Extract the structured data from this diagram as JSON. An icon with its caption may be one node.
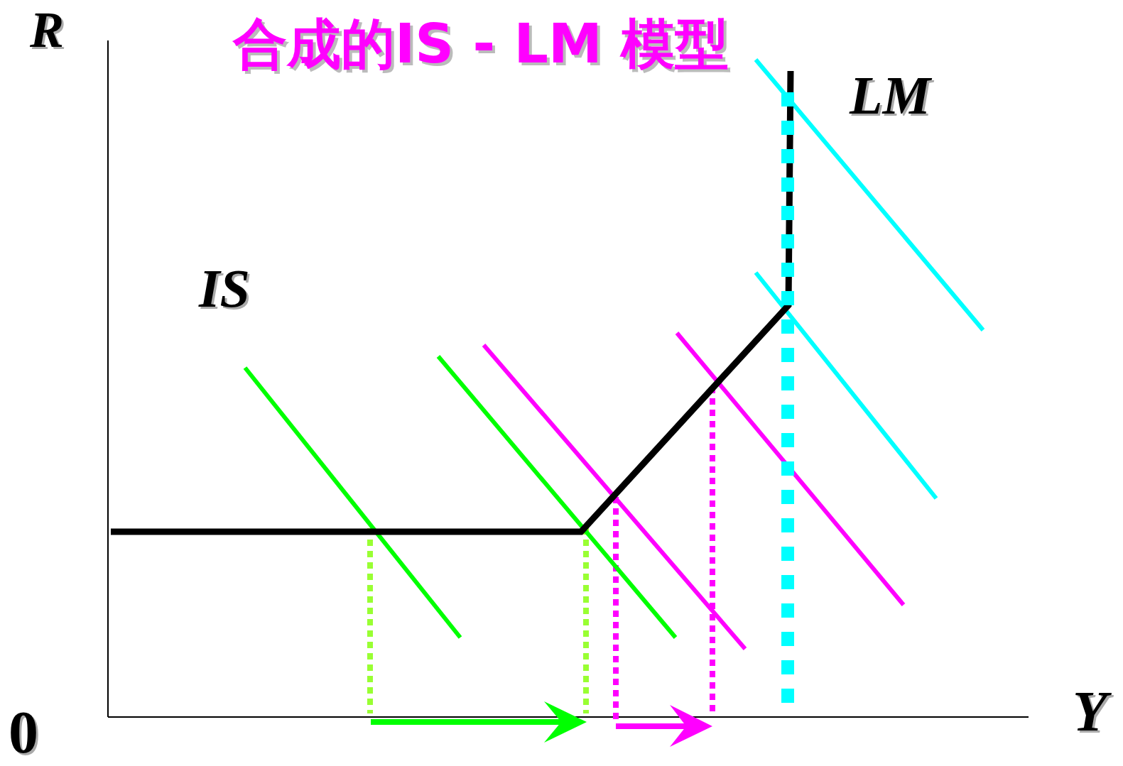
{
  "diagram": {
    "title": "合成的IS - LM 模型",
    "labels": [
      "R",
      "IS",
      "LM",
      "0",
      "Y"
    ]
  }
}
